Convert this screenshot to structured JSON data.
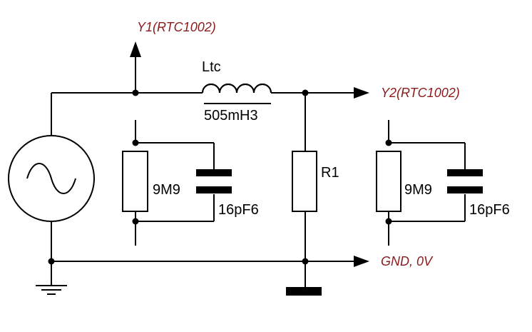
{
  "colors": {
    "wire": "#000000",
    "probe_label": "#8b1a1a",
    "background": "#ffffff"
  },
  "probes": {
    "y1": "Y1(RTC1002)",
    "y2": "Y2(RTC1002)",
    "gnd": "GND, 0V"
  },
  "components": {
    "inductor_name": "Ltc",
    "inductor_value": "505mH3",
    "resistor_name": "R1",
    "probe1_resistance": "9M9",
    "probe1_capacitance": "16pF6",
    "probe2_resistance": "9M9",
    "probe2_capacitance": "16pF6"
  },
  "icons": [
    "ac-source-icon",
    "ground-icon",
    "chassis-ground-icon",
    "arrow-icon"
  ]
}
